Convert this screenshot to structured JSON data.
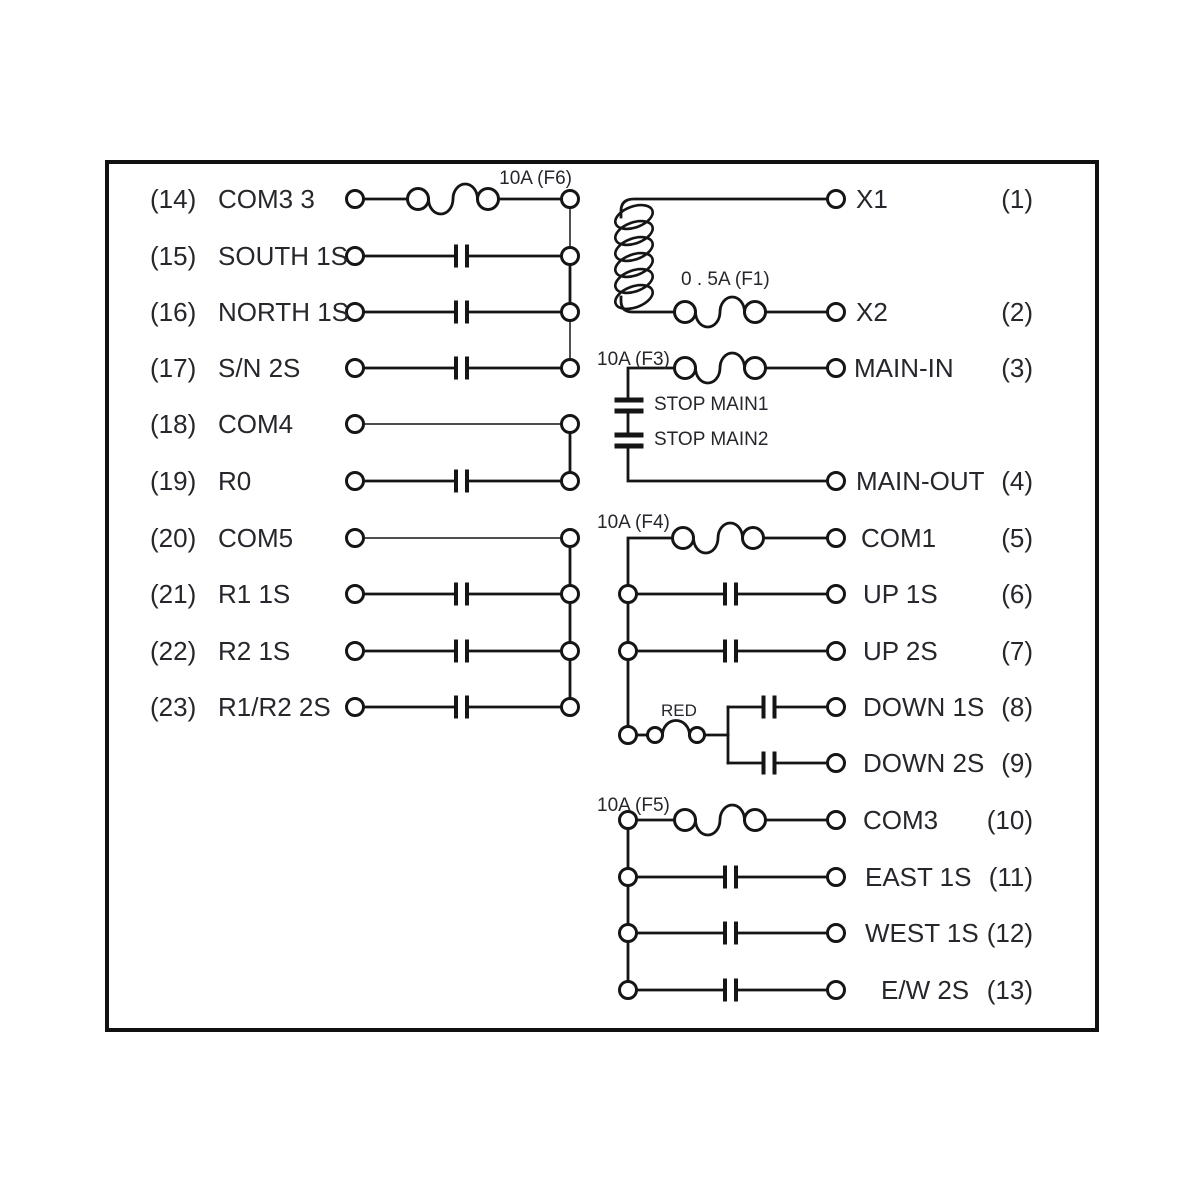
{
  "diagram": {
    "left_terminals": [
      {
        "num": "(14)",
        "label": "COM3 3"
      },
      {
        "num": "(15)",
        "label": "SOUTH 1S"
      },
      {
        "num": "(16)",
        "label": "NORTH 1S"
      },
      {
        "num": "(17)",
        "label": "S/N 2S"
      },
      {
        "num": "(18)",
        "label": "COM4"
      },
      {
        "num": "(19)",
        "label": "R0"
      },
      {
        "num": "(20)",
        "label": "COM5"
      },
      {
        "num": "(21)",
        "label": "R1 1S"
      },
      {
        "num": "(22)",
        "label": "R2 1S"
      },
      {
        "num": "(23)",
        "label": "R1/R2 2S"
      }
    ],
    "right_terminals": [
      {
        "label": "X1",
        "num": "(1)"
      },
      {
        "label": "X2",
        "num": "(2)"
      },
      {
        "label": "MAIN-IN",
        "num": "(3)"
      },
      {
        "label": "MAIN-OUT",
        "num": "(4)"
      },
      {
        "label": "COM1",
        "num": "(5)"
      },
      {
        "label": "UP 1S",
        "num": "(6)"
      },
      {
        "label": "UP 2S",
        "num": "(7)"
      },
      {
        "label": "DOWN 1S",
        "num": "(8)"
      },
      {
        "label": "DOWN 2S",
        "num": "(9)"
      },
      {
        "label": "COM3",
        "num": "(10)"
      },
      {
        "label": "EAST 1S",
        "num": "(11)"
      },
      {
        "label": "WEST 1S",
        "num": "(12)"
      },
      {
        "label": "E/W 2S",
        "num": "(13)"
      }
    ],
    "fuse_labels": {
      "f6": "10A (F6)",
      "f1": "0 . 5A (F1)",
      "f3": "10A (F3)",
      "f4": "10A (F4)",
      "f5": "10A (F5)",
      "red": "RED"
    },
    "nc_contacts": {
      "stop_main1": "STOP MAIN1",
      "stop_main2": "STOP MAIN2"
    },
    "colors": {
      "line": "#151515",
      "text": "#26262c",
      "background": "#ffffff"
    }
  }
}
